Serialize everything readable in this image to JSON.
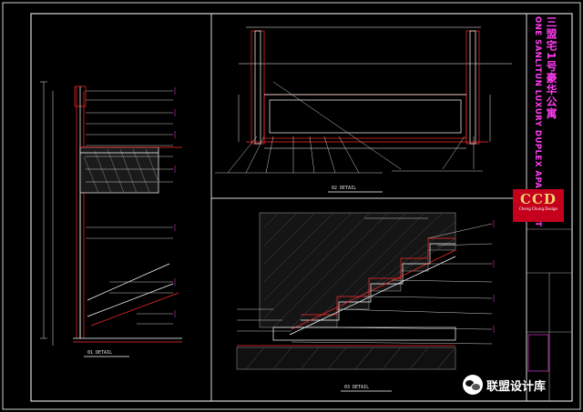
{
  "title_block": {
    "project_cn": "三盟宅1号豪华公寓",
    "project_en": "ONE SANLITUN LUXURY DUPLEX APARTMENT",
    "logo_text": "CCD",
    "logo_subtext": "Cheng Chung Design"
  },
  "captions": {
    "left_detail": "01 DETAIL",
    "top_detail": "02 DETAIL",
    "bottom_detail": "03 DETAIL"
  },
  "watermark": {
    "text": "联盟设计库"
  },
  "colors": {
    "background": "#000000",
    "frame": "#d8d8d8",
    "drawing_line": "#ffffff",
    "accent_red": "#ff2a2a",
    "accent_magenta": "#ff3df0",
    "hatch": "#8a8a8a",
    "logo_bg": "#c4001d"
  }
}
